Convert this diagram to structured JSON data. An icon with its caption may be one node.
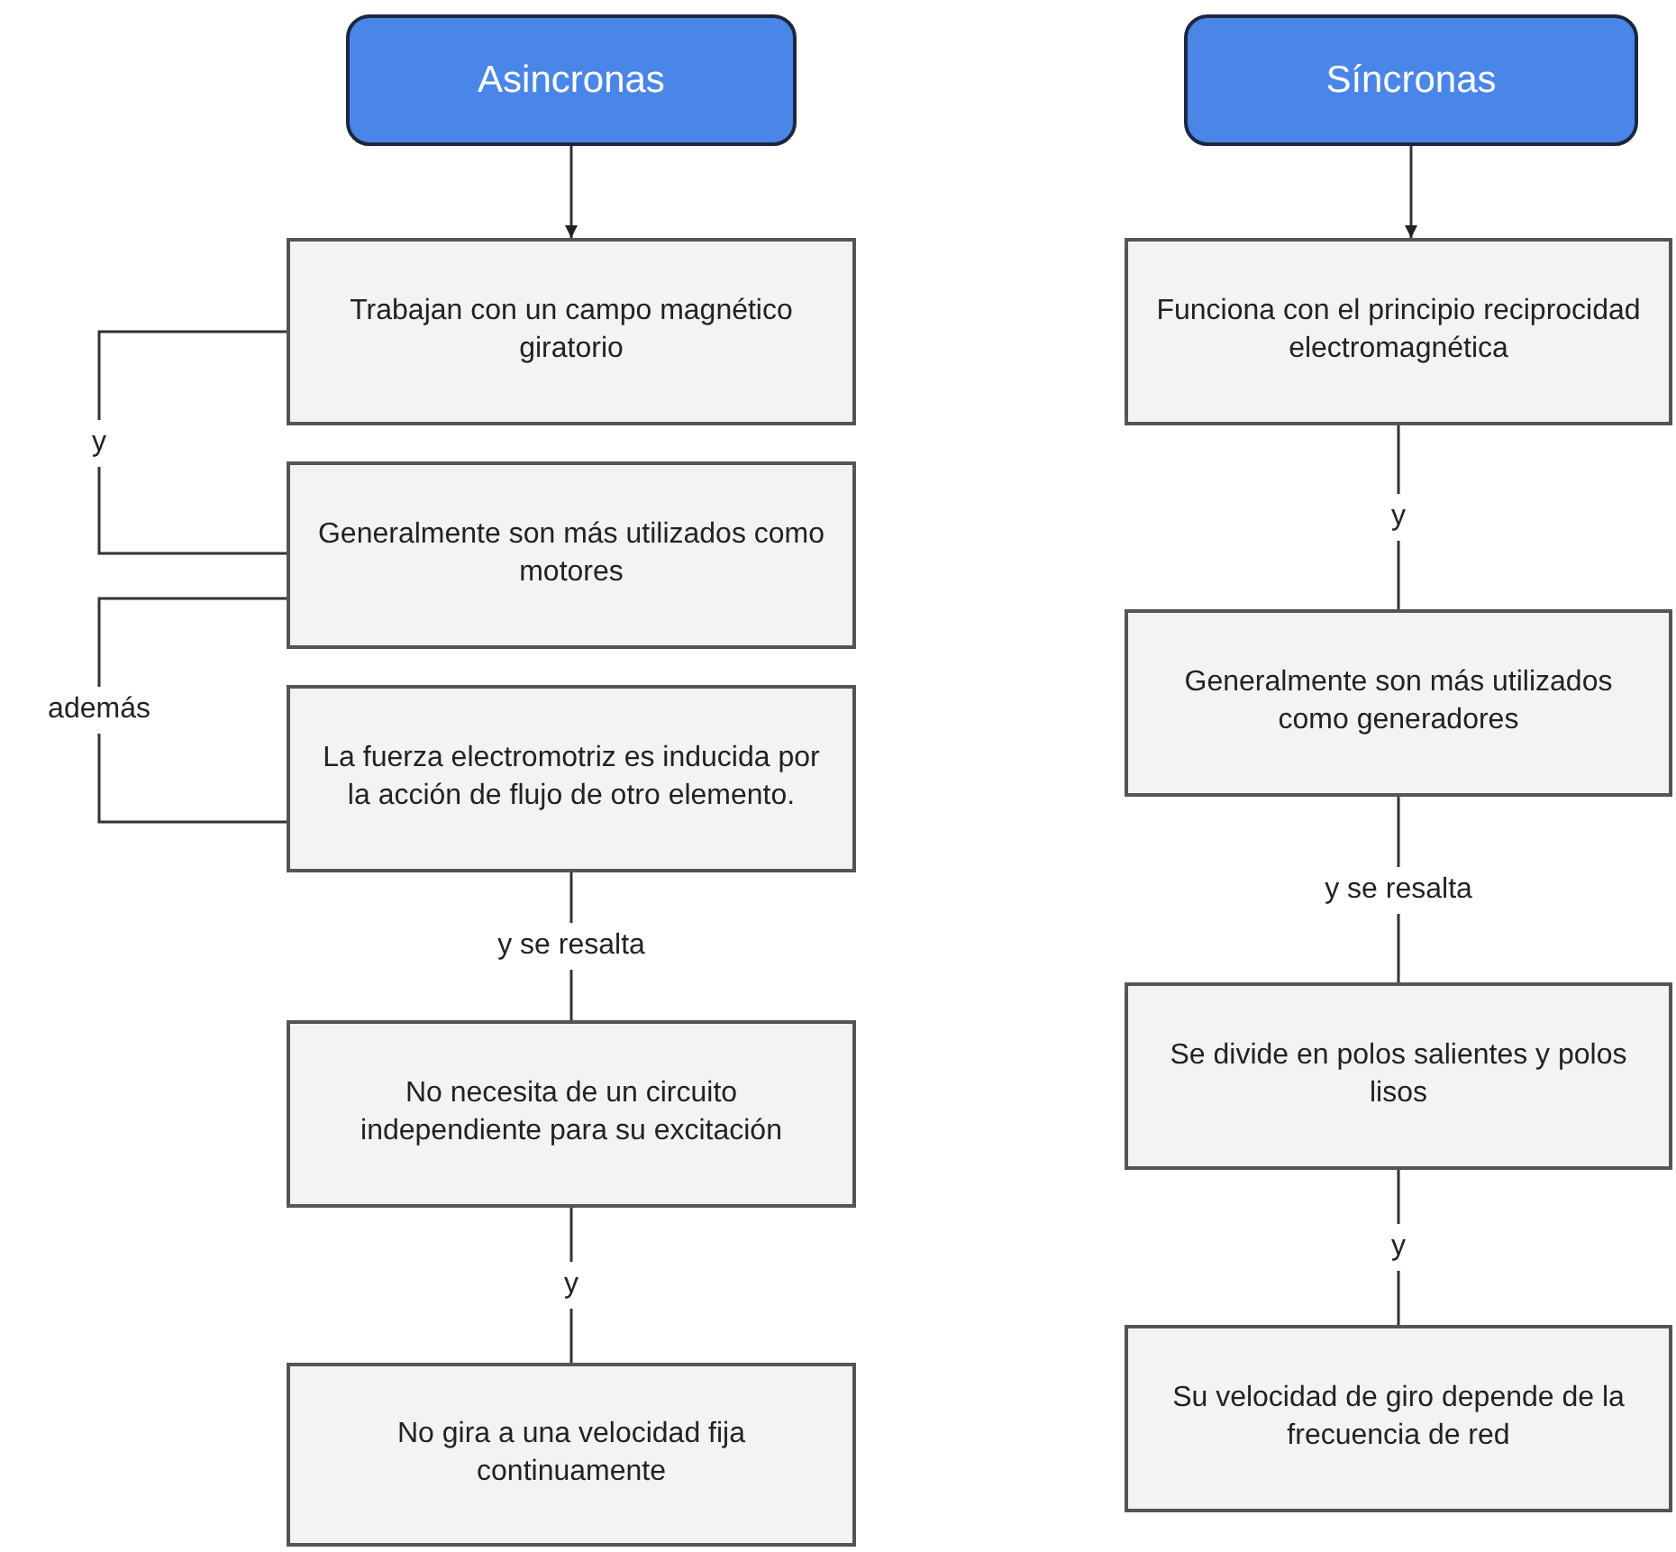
{
  "diagram": {
    "nodes": [
      {
        "text": [
          "Asincronas"
        ]
      },
      {
        "text": [
          "Trabajan con un campo magnético giratorio"
        ]
      },
      {
        "text": [
          "Generalmente son más utilizados como motores"
        ]
      },
      {
        "text": [
          "La fuerza electromotriz es inducida por la acción de flujo de otro elemento."
        ]
      },
      {
        "text": [
          "No necesita de un circuito independiente para su excitación"
        ]
      },
      {
        "text": [
          "No gira a una velocidad fija continuamente"
        ]
      },
      {
        "text": [
          "Síncronas"
        ]
      },
      {
        "text": [
          "Funciona con el principio reciprocidad electromagnética"
        ]
      },
      {
        "text": [
          "Generalmente son más utilizados como generadores"
        ]
      },
      {
        "text": [
          "Se divide en polos salientes y polos lisos"
        ]
      },
      {
        "text": [
          "Su velocidad de giro depende de la frecuencia de red"
        ]
      }
    ],
    "edges": [
      {
        "from": 0,
        "to": 1,
        "arrow": "to"
      },
      {
        "from": 1,
        "to": 2,
        "arrow": "none",
        "label": "y"
      },
      {
        "from": 2,
        "to": 3,
        "arrow": "none",
        "label": "además"
      },
      {
        "from": 3,
        "to": 4,
        "arrow": "none",
        "label": "y se resalta"
      },
      {
        "from": 4,
        "to": 5,
        "arrow": "none",
        "label": "y"
      },
      {
        "from": 6,
        "to": 7,
        "arrow": "to"
      },
      {
        "from": 7,
        "to": 8,
        "arrow": "none",
        "label": "y"
      },
      {
        "from": 8,
        "to": 9,
        "arrow": "none",
        "label": "y se resalta"
      },
      {
        "from": 9,
        "to": 10,
        "arrow": "none",
        "label": "y"
      }
    ]
  }
}
